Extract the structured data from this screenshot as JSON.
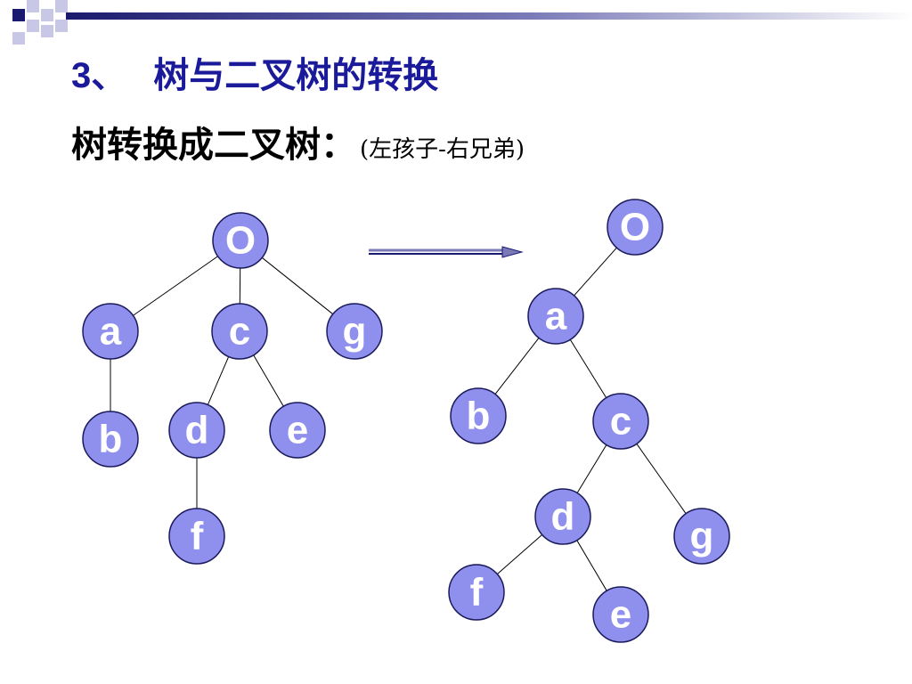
{
  "slide": {
    "title_number": "3、",
    "title_text": "树与二叉树的转换",
    "subtitle": "树转换成二叉树：",
    "subtitle_note": "(左孩子-右兄弟)"
  },
  "tree": {
    "nodes": [
      {
        "id": "o-root",
        "label": "O"
      },
      {
        "id": "a",
        "label": "a"
      },
      {
        "id": "c",
        "label": "c"
      },
      {
        "id": "g",
        "label": "g"
      },
      {
        "id": "b",
        "label": "b"
      },
      {
        "id": "d",
        "label": "d"
      },
      {
        "id": "e",
        "label": "e"
      },
      {
        "id": "f",
        "label": "f"
      }
    ],
    "edges": [
      [
        "o-root",
        "a"
      ],
      [
        "o-root",
        "c"
      ],
      [
        "o-root",
        "g"
      ],
      [
        "a",
        "b"
      ],
      [
        "c",
        "d"
      ],
      [
        "c",
        "e"
      ],
      [
        "d",
        "f"
      ]
    ]
  },
  "binary_tree": {
    "nodes": [
      {
        "id": "o-root",
        "label": "O"
      },
      {
        "id": "a",
        "label": "a"
      },
      {
        "id": "b",
        "label": "b"
      },
      {
        "id": "c",
        "label": "c"
      },
      {
        "id": "d",
        "label": "d"
      },
      {
        "id": "g",
        "label": "g"
      },
      {
        "id": "f",
        "label": "f"
      },
      {
        "id": "e",
        "label": "e"
      }
    ],
    "edges": [
      [
        "o-root",
        "a"
      ],
      [
        "a",
        "b"
      ],
      [
        "a",
        "c"
      ],
      [
        "c",
        "d"
      ],
      [
        "c",
        "g"
      ],
      [
        "d",
        "f"
      ],
      [
        "d",
        "e"
      ]
    ]
  },
  "colors": {
    "node_fill": "#8f8fee",
    "node_stroke": "#1a1a5a",
    "title": "#1a1a9a",
    "bar_dark": "#1a1a6e",
    "bar_light": "#c8c8e6"
  }
}
